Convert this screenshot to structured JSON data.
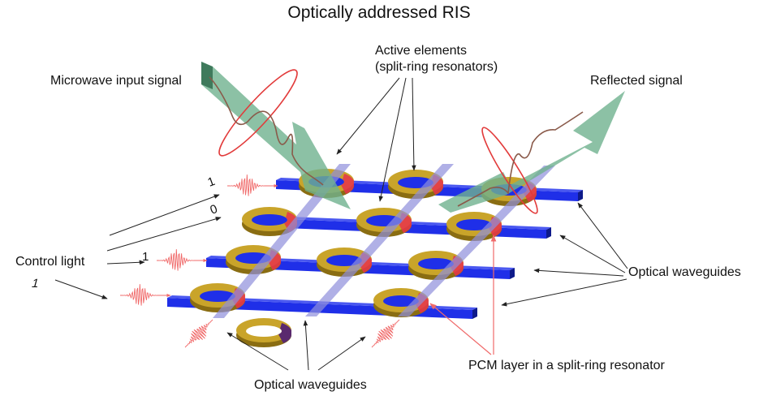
{
  "title": "Optically addressed RIS",
  "labels": {
    "microwave_input": "Microwave input signal",
    "active_elements_line1": "Active elements",
    "active_elements_line2": "(split-ring resonators)",
    "reflected_signal": "Reflected signal",
    "control_light": "Control light",
    "optical_waveguides_right": "Optical waveguides",
    "optical_waveguides_bottom": "Optical waveguides",
    "pcm_layer": "PCM layer in a split-ring resonator"
  },
  "control_bits": [
    "1",
    "0",
    "1",
    "1"
  ],
  "colors": {
    "horizontal_waveguide": "#1f2fe8",
    "vertical_waveguide": "#8f8fdc",
    "ring": "#c9a42a",
    "ring_dark": "#8a6d12",
    "pcm": "#e8344a",
    "pcm_dark": "#5a2a6e",
    "signal_arrow": "#6fb28f",
    "signal_arrow_dark": "#3f7a5c",
    "wave": "#e23b3b",
    "waveform": "#8a5a4a",
    "pulse": "#f06a6a",
    "annotation_arrow": "#222222",
    "pcm_arrow": "#f06a6a"
  }
}
